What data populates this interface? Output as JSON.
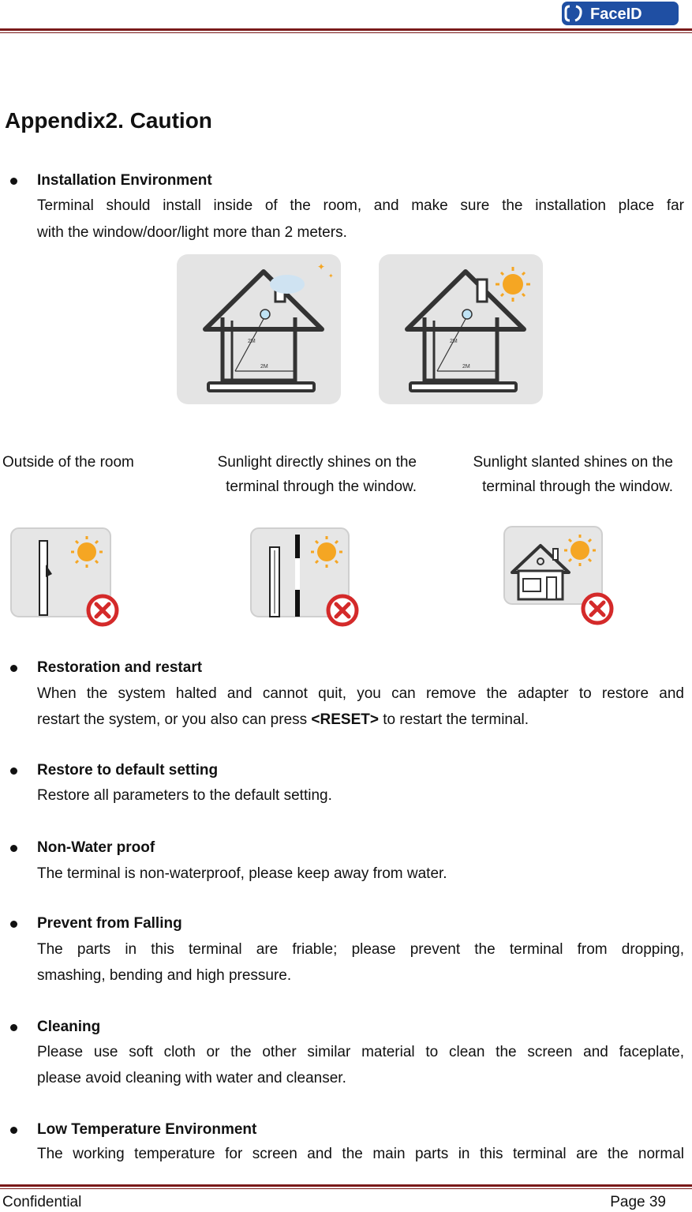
{
  "header": {
    "logo_text": "FaceID"
  },
  "title": "Appendix2. Caution",
  "sections": {
    "install": {
      "title": "Installation Environment",
      "line1": "Terminal should install inside of the room, and make sure the installation place far",
      "line2": "with the window/door/light more than 2 meters."
    },
    "restore_restart": {
      "title": "Restoration and restart",
      "line1": "When the system halted and cannot quit, you can remove the adapter to restore and",
      "line2_pre": "restart the system, or you also can press ",
      "line2_bold": "<RESET>",
      "line2_post": " to restart the terminal."
    },
    "default_setting": {
      "title": "Restore to default setting",
      "line1": "Restore all parameters to the default setting."
    },
    "water": {
      "title": "Non-Water proof",
      "line1": "The terminal is non-waterproof, please keep away from water."
    },
    "falling": {
      "title": "Prevent from Falling",
      "line1": "The parts in this terminal are friable; please prevent the terminal from dropping,",
      "line2": "smashing, bending and high pressure."
    },
    "cleaning": {
      "title": "Cleaning",
      "line1": "Please use soft cloth or the other similar material to clean the screen and faceplate,",
      "line2": "please avoid cleaning with water and cleanser."
    },
    "low_temp": {
      "title": "Low Temperature Environment",
      "line1": "The working temperature for screen and the main parts in this terminal are the normal"
    }
  },
  "figure": {
    "measure_diag": "2M",
    "measure_horiz": "2M",
    "captions": {
      "outside": "Outside of the room",
      "direct_1": "Sunlight directly shines on the",
      "direct_2": "terminal through the window.",
      "slanted_1": "Sunlight slanted shines on the",
      "slanted_2": "terminal through the window."
    }
  },
  "footer": {
    "left": "Confidential",
    "right": "Page 39"
  },
  "colors": {
    "rule": "#7a1a1a",
    "logo": "#1f4fa3",
    "sun": "#f5a623",
    "cross": "#d42a2a",
    "card": "#e4e4e4"
  }
}
